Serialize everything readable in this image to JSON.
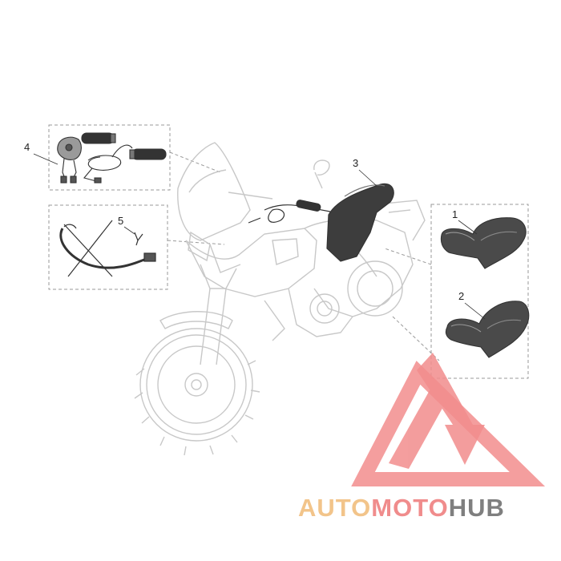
{
  "callouts": {
    "c1": "1",
    "c2": "2",
    "c3": "3",
    "c4": "4",
    "c5": "5"
  },
  "logo": {
    "part1": "AUTO",
    "part2": "MOTO",
    "part3": "HUB",
    "colors": {
      "part1": "#f2c48a",
      "part2": "#f08c8c",
      "part3": "#7f7f7f",
      "mark": "#f28d8d"
    }
  }
}
